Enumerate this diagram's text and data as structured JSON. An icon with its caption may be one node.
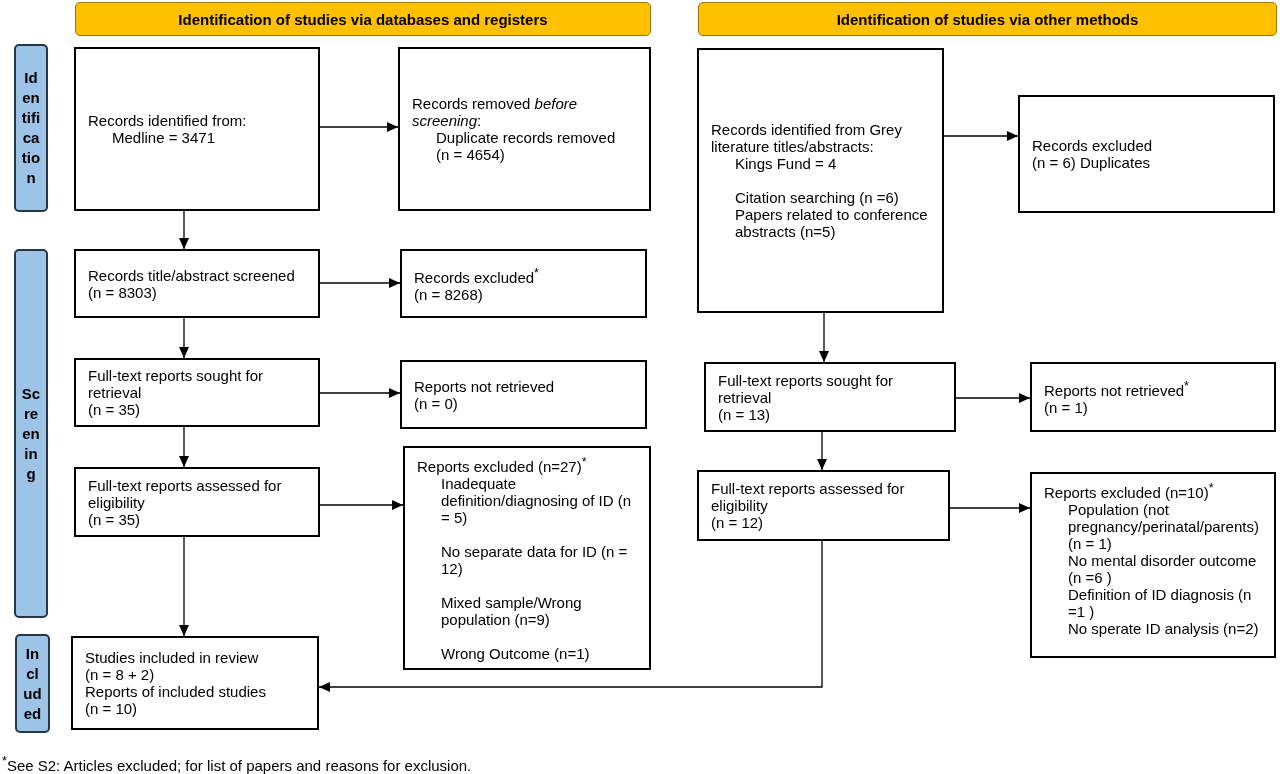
{
  "diagram": {
    "nodes": [
      {
        "text": [
          "Identification of studies via databases and registers"
        ]
      },
      {
        "text": [
          "Identification of studies via other methods"
        ]
      },
      {
        "text": [
          "Identification"
        ]
      },
      {
        "text": [
          "Records identified from:",
          "Medline = 3471"
        ]
      },
      {
        "text": [
          "Records removed *before screening*:",
          "Duplicate records removed",
          "(n = 4654)"
        ]
      },
      {
        "text": [
          "Records identified from Grey literature titles/abstracts:",
          "Kings Fund = 4",
          "Citation searching (n =6)",
          "Papers related to conference abstracts (n=5)"
        ]
      },
      {
        "text": [
          "Records excluded",
          "(n = 6) Duplicates"
        ]
      },
      {
        "text": [
          "Screening"
        ]
      },
      {
        "text": [
          "Records title/abstract screened",
          "(n = 8303)"
        ]
      },
      {
        "text": [
          "Records excluded$^{*}$",
          "(n = 8268)"
        ]
      },
      {
        "text": [
          "Full-text reports sought for retrieval",
          "(n = 35)"
        ]
      },
      {
        "text": [
          "Reports not retrieved",
          "(n = 0)"
        ]
      },
      {
        "text": [
          "Full-text reports sought for retrieval",
          "(n = 13)"
        ]
      },
      {
        "text": [
          "Reports not retrieved$^{*}$",
          "(n = 1)"
        ]
      },
      {
        "text": [
          "Full-text reports assessed for eligibility",
          "(n = 35)"
        ]
      },
      {
        "text": [
          "Reports excluded (n=27)$^{*}$",
          "Inadequate definition/diagnosing of ID (n = 5)",
          "No separate data for ID (n = 12)",
          "Mixed sample/Wrong population (n=9)",
          "Wrong Outcome (n=1)"
        ]
      },
      {
        "text": [
          "Full-text reports assessed for eligibility",
          "(n = 12)"
        ]
      },
      {
        "text": [
          "Reports excluded (n=10)$^{*}$",
          "Population (not pregnancy/perinatal/parents) (n = 1)",
          "No mental disorder outcome (n =6 )",
          "Definition of ID diagnosis (n =1 )",
          "No sperate ID analysis (n=2)"
        ]
      },
      {
        "text": [
          "Included"
        ]
      },
      {
        "text": [
          "Studies included in review",
          "(n = 8 + 2)",
          "Reports of included studies",
          "(n = 10)"
        ]
      }
    ],
    "edges": [
      {
        "from": 3,
        "to": 4,
        "arrow": "to"
      },
      {
        "from": 3,
        "to": 8,
        "arrow": "to"
      },
      {
        "from": 5,
        "to": 6,
        "arrow": "to"
      },
      {
        "from": 8,
        "to": 9,
        "arrow": "to"
      },
      {
        "from": 8,
        "to": 10,
        "arrow": "to"
      },
      {
        "from": 10,
        "to": 11,
        "arrow": "to"
      },
      {
        "from": 10,
        "to": 14,
        "arrow": "to"
      },
      {
        "from": 5,
        "to": 12,
        "arrow": "to"
      },
      {
        "from": 12,
        "to": 13,
        "arrow": "to"
      },
      {
        "from": 12,
        "to": 16,
        "arrow": "to"
      },
      {
        "from": 14,
        "to": 15,
        "arrow": "to"
      },
      {
        "from": 14,
        "to": 19,
        "arrow": "to"
      },
      {
        "from": 16,
        "to": 17,
        "arrow": "to"
      },
      {
        "from": 16,
        "to": 19,
        "arrow": "to"
      }
    ],
    "labels": [
      "$^{*}$See S2: Articles excluded; for list of papers and reasons for exclusion."
    ]
  }
}
